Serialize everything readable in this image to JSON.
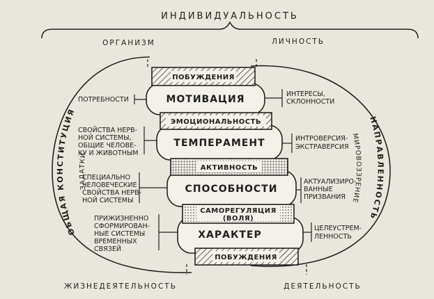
{
  "title": "ИНДИВИДУАЛЬНОСТЬ",
  "top_left": "ОРГАНИЗМ",
  "top_right": "ЛИЧНОСТЬ",
  "bottom_left": "ЖИЗНЕДЕЯТЕЛЬНОСТЬ",
  "bottom_right": "ДЕЯТЕЛЬНОСТЬ",
  "left_arc": {
    "outer": "ОБЩАЯ КОНСТИТУЦИЯ",
    "inner": "ЗАДАТКИ"
  },
  "right_arc": {
    "outer": "НАПРАВЛЕННОСТЬ",
    "inner": "МИРОВОЗЗРЕНИЕ"
  },
  "blocks": [
    "МОТИВАЦИЯ",
    "ТЕМПЕРАМЕНТ",
    "СПОСОБНОСТИ",
    "ХАРАКТЕР"
  ],
  "bands": {
    "b1": "ПОБУЖДЕНИЯ",
    "b2": "ЭМОЦИОНАЛЬНОСТЬ",
    "b3": "АКТИВНОСТЬ",
    "b4_line1": "САМОРЕГУЛЯЦИЯ",
    "b4_line2": "(ВОЛЯ)",
    "b5": "ПОБУЖДЕНИЯ"
  },
  "left_labels": {
    "l1": [
      "ПОТРЕБНОСТИ"
    ],
    "l2": [
      "СВОЙСТВА НЕРВ-",
      "НОЙ СИСТЕМЫ,",
      "ОБЩИЕ ЧЕЛОВЕ-",
      "КУ И ЖИВОТНЫМ"
    ],
    "l3": [
      "СПЕЦИАЛЬНО",
      "ЧЕЛОВЕЧЕСКИЕ",
      "СВОЙСТВА НЕРВ-",
      "НОЙ СИСТЕМЫ"
    ],
    "l4": [
      "ПРИЖИЗНЕННО",
      "СФОРМИРОВАН-",
      "НЫЕ СИСТЕМЫ",
      "ВРЕМЕННЫХ",
      "СВЯЗЕЙ"
    ]
  },
  "right_labels": {
    "r1": [
      "ИНТЕРЕСЫ,",
      "СКЛОННОСТИ"
    ],
    "r2": [
      "ИНТРОВЕРСИЯ-",
      "ЭКСТРАВЕРСИЯ"
    ],
    "r3": [
      "АКТУАЛИЗИРО-",
      "ВАННЫЕ",
      "ПРИЗВАНИЯ"
    ],
    "r4": [
      "ЦЕЛЕУСТРЕМ-",
      "ЛЕННОСТЬ"
    ]
  }
}
